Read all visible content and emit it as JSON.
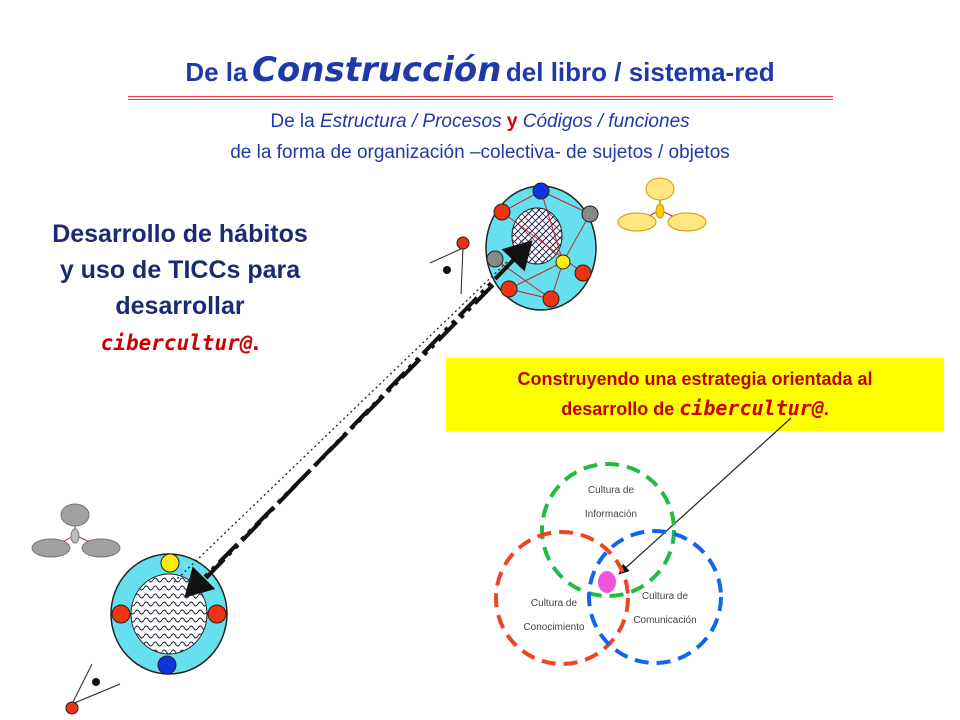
{
  "title": {
    "part1": "De la",
    "part2": "Construcción",
    "part3": "del libro / sistema-red"
  },
  "subtitle": {
    "line1_a": "De la ",
    "line1_b": "Estructura / Procesos",
    "line1_c": " y ",
    "line1_d": "Códigos / funciones",
    "line2": "de la forma de organización –colectiva- de sujetos / objetos"
  },
  "left_heading": {
    "line1": "Desarrollo de hábitos",
    "line2": "y uso de TICCs para",
    "line3": "desarrollar",
    "ciber": "cibercultur@",
    "dot": "."
  },
  "strategy_box": {
    "line1": "Construyendo una estrategia orientada al",
    "line2": "desarrollo de ",
    "ciber": "cibercultur@",
    "dot": "."
  },
  "venn": {
    "info": [
      "Cultura de",
      "Información"
    ],
    "conocimiento": [
      "Cultura de",
      "Conocimiento"
    ],
    "comunicacion": [
      "Cultura de",
      "Comunicación"
    ]
  },
  "colors": {
    "title_blue": "#1f3aa8",
    "accent_red": "#cc0000",
    "node_red": "#ee3311",
    "node_blue": "#1133dd",
    "node_yellow": "#ffee00",
    "node_gray": "#888888",
    "cyan": "#66e0ee",
    "venn_green": "#22bb44",
    "venn_red": "#ee4422",
    "venn_blue": "#1166ee",
    "magenta": "#ee55dd",
    "highlight_yellow": "#ffff00"
  }
}
